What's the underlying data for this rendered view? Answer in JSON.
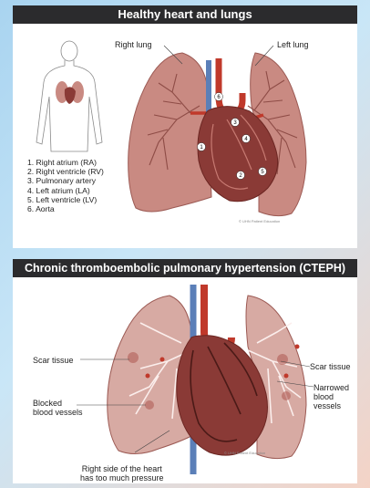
{
  "healthy": {
    "title": "Healthy heart and lungs",
    "right_lung": "Right lung",
    "left_lung": "Left lung",
    "legend": [
      "1. Right atrium (RA)",
      "2. Right ventricle (RV)",
      "3. Pulmonary artery",
      "4. Left atrium (LA)",
      "5. Left ventricle (LV)",
      "6. Aorta"
    ],
    "markers": [
      "1",
      "2",
      "3",
      "4",
      "5",
      "6"
    ],
    "credit": "© UHN Patient Education"
  },
  "cteph": {
    "title": "Chronic thromboembolic pulmonary hypertension (CTEPH)",
    "scar_left": "Scar tissue",
    "scar_right": "Scar tissue",
    "narrowed_line1": "Narrowed",
    "narrowed_line2": "blood vessels",
    "blocked_line1": "Blocked",
    "blocked_line2": "blood vessels",
    "pressure_line1": "Right side of the heart",
    "pressure_line2": "has too much pressure",
    "credit": "© UHN Patient Education"
  },
  "colors": {
    "lung_fill": "#c98a82",
    "lung_edge": "#9c5a54",
    "vessel_red": "#c0392b",
    "vessel_blue": "#5b7fb8",
    "heart": "#8a3a36",
    "header_bg": "#2b2b2d"
  }
}
